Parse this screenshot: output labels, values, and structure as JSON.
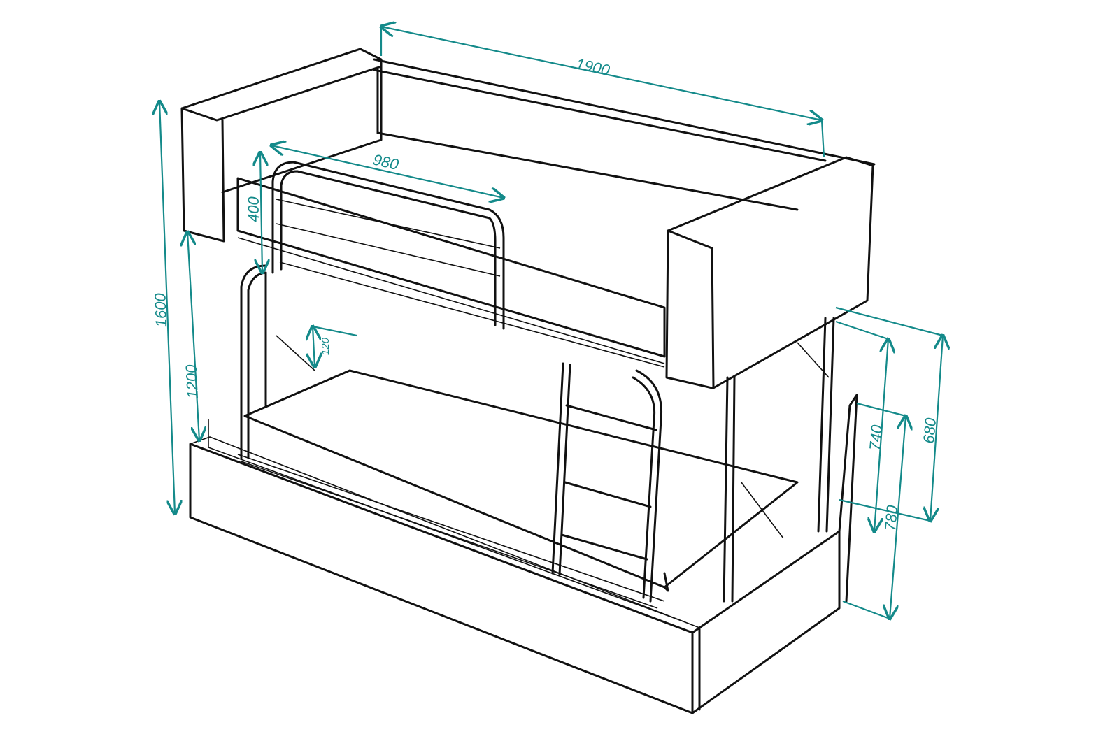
{
  "dimensions": {
    "overall_length": "1900",
    "rail_length": "980",
    "rail_height": "400",
    "overall_height": "1600",
    "upper_bed_height": "1200",
    "small_gap": "120",
    "lower_clearance": "740",
    "upper_side_height": "680",
    "lower_bed_height": "780"
  },
  "colors": {
    "dimension": "#148a8a",
    "line": "#111111"
  }
}
